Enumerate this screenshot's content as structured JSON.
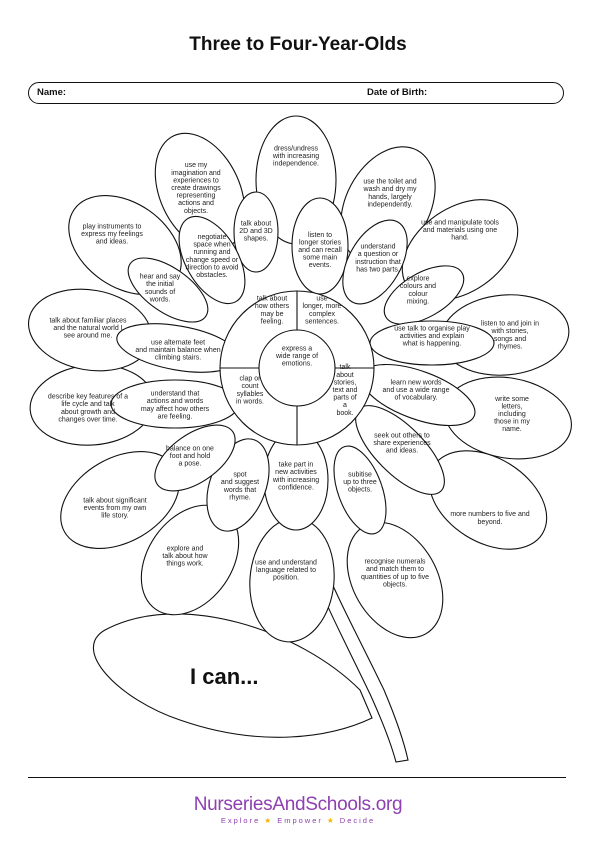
{
  "title": "Three to Four-Year-Olds",
  "form": {
    "name_label": "Name:",
    "dob_label": "Date of Birth:"
  },
  "heading": "I can...",
  "center": [
    "express a",
    "wide range of",
    "emotions."
  ],
  "inner": [
    [
      "talk about",
      "how others",
      "may be",
      "feeling."
    ],
    [
      "use",
      "longer, more",
      "complex",
      "sentences."
    ],
    [
      "talk",
      "about",
      "stories,",
      "text and",
      "parts of",
      "a",
      "book."
    ],
    [
      "clap or",
      "count",
      "syllables",
      "in words."
    ]
  ],
  "middle": [
    [
      "talk about",
      "2D and 3D",
      "shapes."
    ],
    [
      "listen to",
      "longer stories",
      "and can recall",
      "some main",
      "events."
    ],
    [
      "understand",
      "a question or",
      "instruction that",
      "has two parts."
    ],
    [
      "explore",
      "colours and",
      "colour",
      "mixing."
    ],
    [
      "use talk to organise play",
      "activities and explain",
      "what is happening."
    ],
    [
      "learn new words",
      "and use a wide range",
      "of vocabulary."
    ],
    [
      "seek out others to",
      "share experiences",
      "and ideas."
    ],
    [
      "subitise",
      "up to three",
      "objects."
    ],
    [
      "take part in",
      "new activities",
      "with increasing",
      "confidence."
    ],
    [
      "spot",
      "and suggest",
      "words that",
      "rhyme."
    ],
    [
      "balance on one",
      "foot and hold",
      "a pose."
    ],
    [
      "understand that",
      "actions and words",
      "may affect how others",
      "are feeling."
    ],
    [
      "use alternate feet",
      "and maintain balance when",
      "climbing stairs."
    ],
    [
      "hear and say",
      "the initial",
      "sounds of",
      "words."
    ],
    [
      "negotiate",
      "space when",
      "running and",
      "change speed or",
      "direction to avoid",
      "obstacles."
    ]
  ],
  "outer": [
    [
      "dress/undress",
      "with increasing",
      "independence."
    ],
    [
      "use the toilet and",
      "wash and dry my",
      "hands, largely",
      "independently."
    ],
    [
      "use and manipulate tools",
      "and materials using one",
      "hand."
    ],
    [
      "listen to and join in",
      "with stories,",
      "songs and",
      "rhymes."
    ],
    [
      "write some",
      "letters,",
      "including",
      "those in my",
      "name."
    ],
    [
      "more numbers to five and",
      "beyond."
    ],
    [
      "recognise numerals",
      "and match them to",
      "quantities of up to five",
      "objects."
    ],
    [
      "use and understand",
      "language related to",
      "position."
    ],
    [
      "explore and",
      "talk about how",
      "things work."
    ],
    [
      "talk about significant",
      "events from my own",
      "life story."
    ],
    [
      "describe key features of a",
      "life cycle and talk",
      "about growth and",
      "changes over time."
    ],
    [
      "talk about familiar places",
      "and the natural world I",
      "see around me."
    ],
    [
      "play instruments to",
      "express my feelings",
      "and ideas."
    ],
    [
      "use my",
      "imagination and",
      "experiences to",
      "create drawings",
      "representing",
      "actions and",
      "objects."
    ]
  ],
  "brand": {
    "logo_text": "NurseriesAndSchools.org",
    "tagline": [
      "Explore",
      "Empower",
      "Decide"
    ],
    "tagline_star": "★",
    "colors": {
      "logo": "#8e3fb0",
      "star": "#f4b400"
    }
  }
}
